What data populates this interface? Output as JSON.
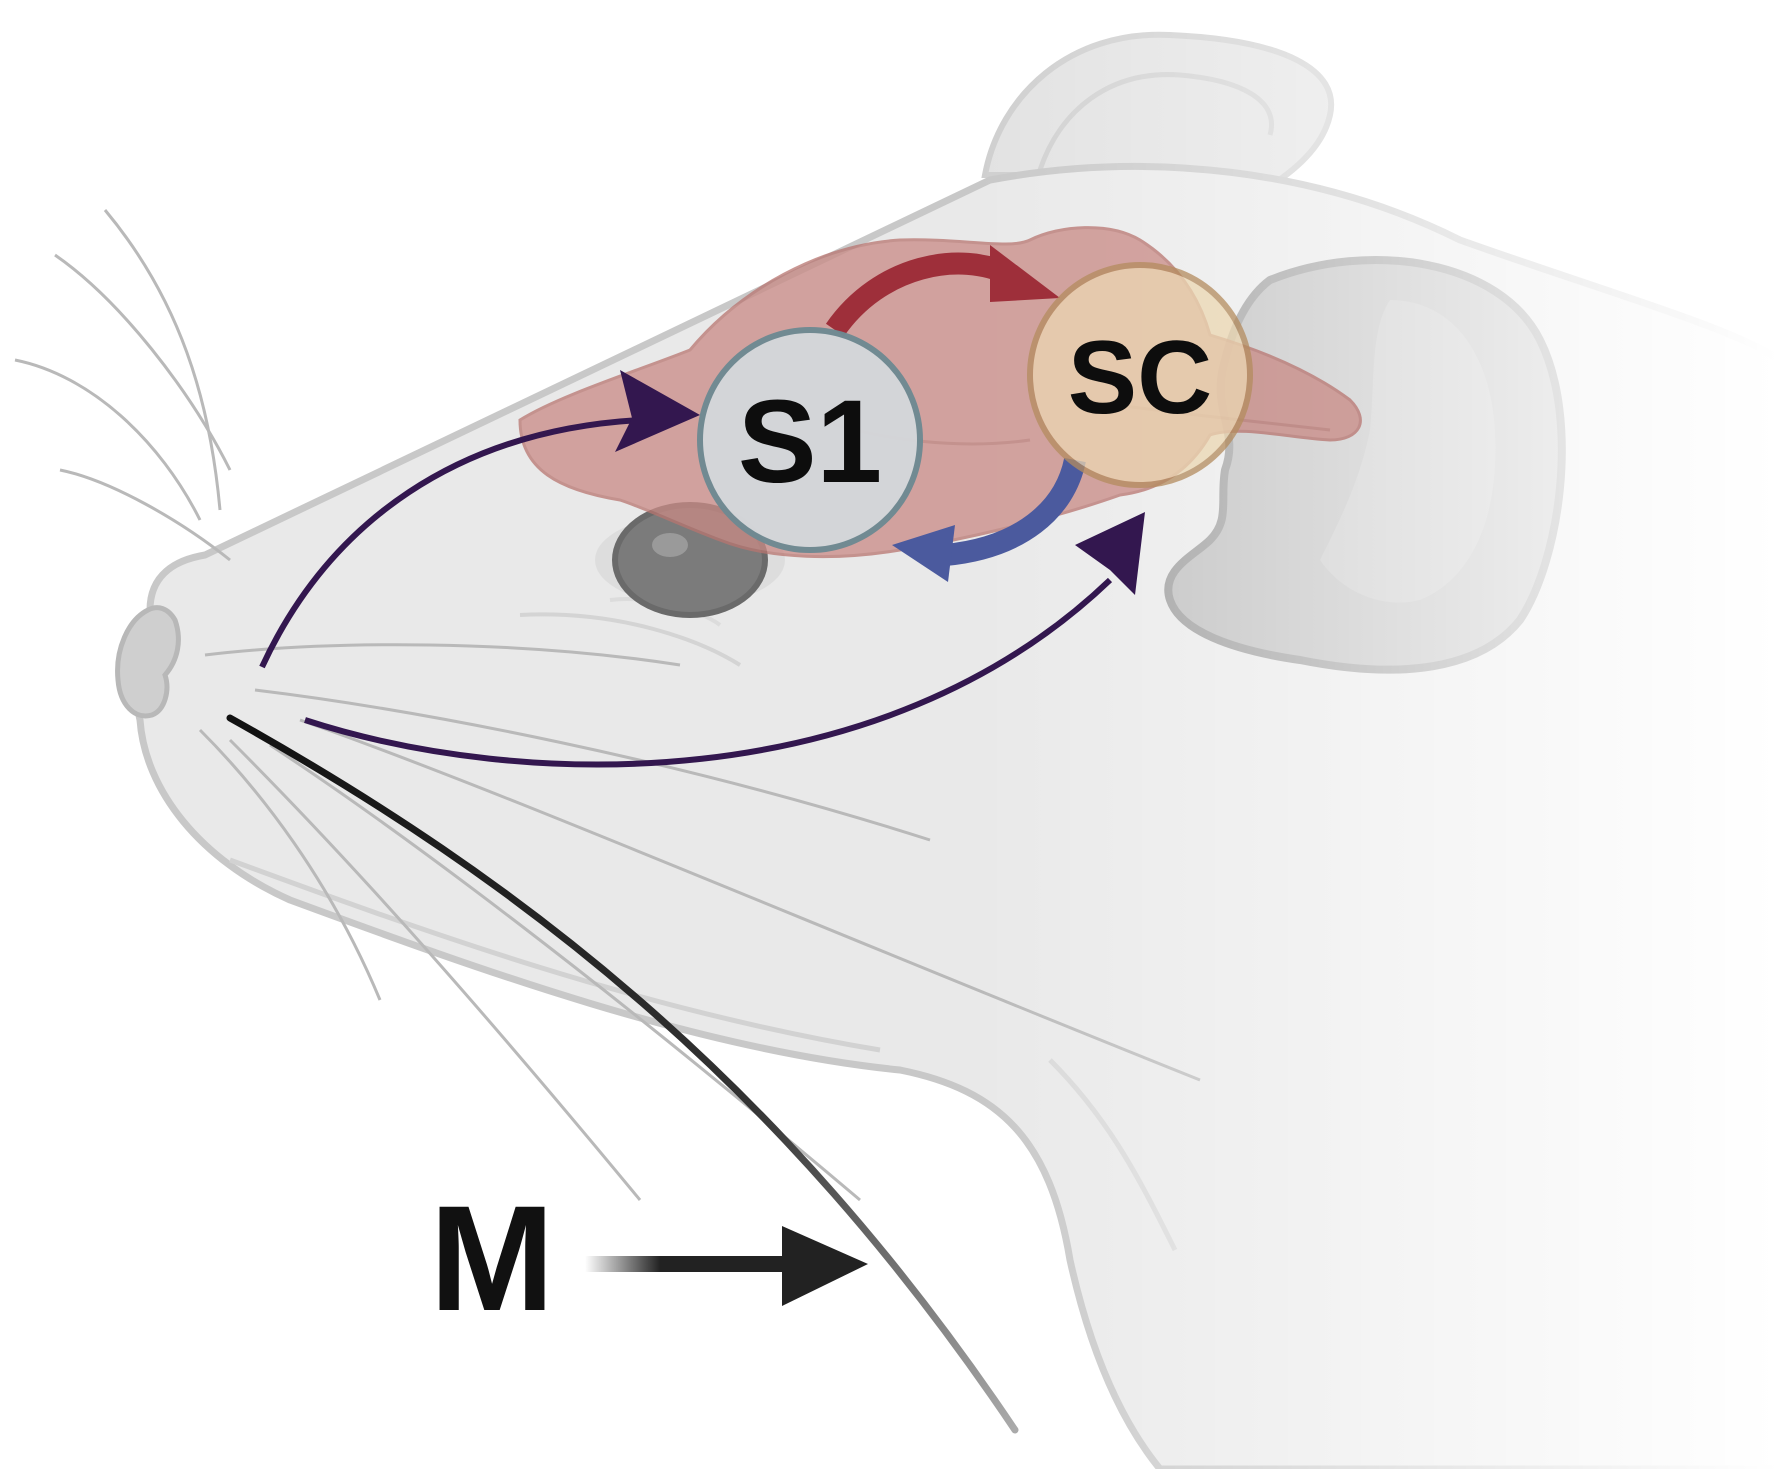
{
  "nodes": [
    {
      "id": "s1",
      "label": "S1",
      "fill": "#d4d7da",
      "stroke": "#6e8a92"
    },
    {
      "id": "sc",
      "label": "SC",
      "fill": "#ecd7b2",
      "stroke": "#b48c5e"
    }
  ],
  "whisker_label": "M",
  "colors": {
    "afferent_arrow": "#33174f",
    "s1_to_sc_arrow": "#9e2f3a",
    "sc_to_s1_arrow": "#4b5a9e",
    "brain": "#c98a85",
    "head_fill": "#e9e9e9",
    "head_outline": "#c8c8c8",
    "whisker_highlight": "#1a1a1a"
  },
  "icons": [
    "mouse-head",
    "brain",
    "eye",
    "ear",
    "whisker"
  ]
}
